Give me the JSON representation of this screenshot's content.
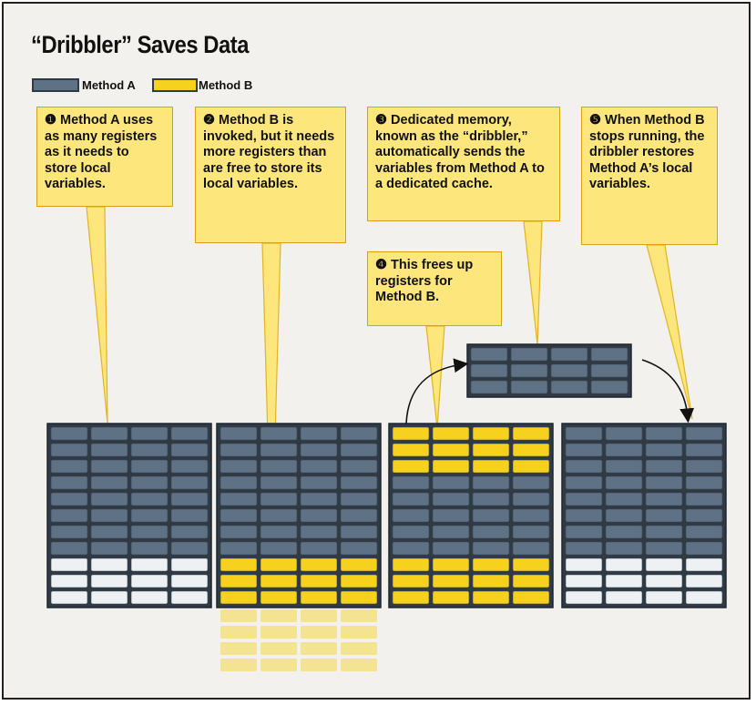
{
  "title": "“Dribbler” Saves Data",
  "legend": {
    "method_a": "Method A",
    "method_b": "Method B"
  },
  "callouts": [
    {
      "num": "❶",
      "text": "Method A uses as many registers as it needs to store local variables."
    },
    {
      "num": "❷",
      "text": "Method B is invoked, but it needs more registers than are free to store its local variables."
    },
    {
      "num": "❸",
      "text": "Dedicated memory, known as the “dribbler,” automatically sends the variables from Method A to a dedicated cache."
    },
    {
      "num": "❹",
      "text": "This frees up registers for Method B."
    },
    {
      "num": "❺",
      "text": "When Method B stops running, the dribbler restores Method A’s local variables."
    }
  ],
  "colors": {
    "method_a": "#5e7185",
    "method_b": "#f6d21e",
    "free": "#eef1f4",
    "callout": "#fde77c",
    "callout_border": "#d7a316",
    "pointer": "#e3b324"
  }
}
